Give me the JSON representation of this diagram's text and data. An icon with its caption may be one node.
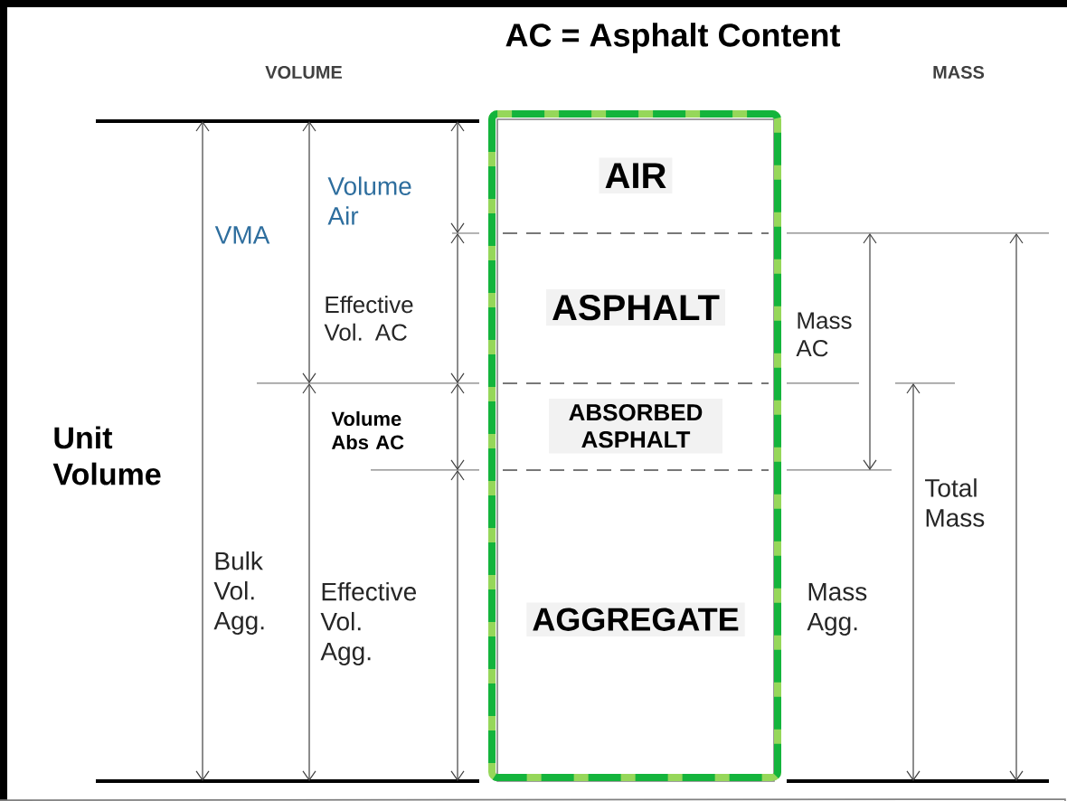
{
  "diagram": {
    "title": "AC = Asphalt Content",
    "nodes": [
      {
        "text": [],
        "shape": "box"
      },
      {
        "text": [
          "AIR"
        ],
        "in": 0
      },
      {
        "text": [
          "ASPHALT"
        ],
        "in": 0
      },
      {
        "text": [
          "ABSORBED ASPHALT"
        ],
        "in": 0
      },
      {
        "text": [
          "AGGREGATE"
        ],
        "in": 0
      }
    ],
    "labels": [
      "VOLUME",
      "MASS",
      "VMA",
      "Volume Air",
      "Effective Vol. AC",
      "Volume Abs AC",
      "Unit Volume",
      "Bulk Vol. Agg.",
      "Effective Vol. Agg.",
      "Mass AC",
      "Total Mass",
      "Mass Agg."
    ]
  }
}
